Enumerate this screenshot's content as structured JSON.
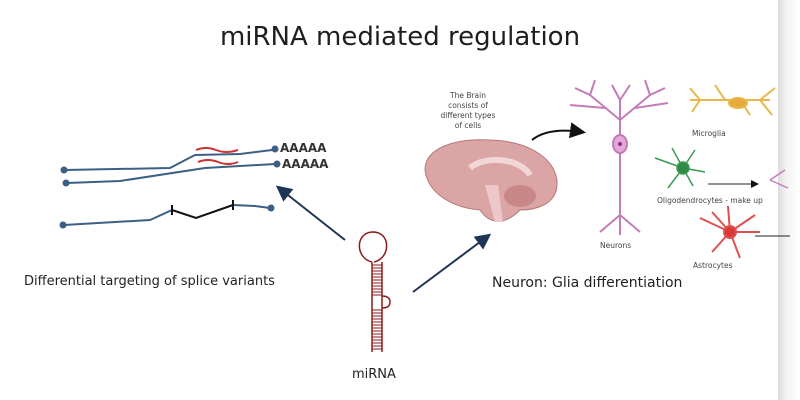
{
  "title": "miRNA mediated regulation",
  "left_panel": {
    "poly_a": [
      "AAAAA",
      "AAAAA"
    ],
    "caption": "Differential targeting of splice variants"
  },
  "center": {
    "label": "miRNA"
  },
  "right_panel": {
    "brain_note": "The Brain consists of different types of cells",
    "cells": {
      "neurons": "Neurons",
      "microglia": "Microglia",
      "oligodendrocytes": "Oligodendrocytes - make up",
      "astrocytes": "Astrocytes"
    },
    "caption": "Neuron:  Glia differentiation"
  },
  "colors": {
    "mrna": "#3d5f86",
    "target": "#cc3333",
    "arrow": "#1f3558",
    "hairpin": "#8b1a1a",
    "neuron": "#c47bb8",
    "microglia": "#e6b84a",
    "oligo": "#3a9a55",
    "astro": "#e05050",
    "brain": "#d9a0a0"
  }
}
